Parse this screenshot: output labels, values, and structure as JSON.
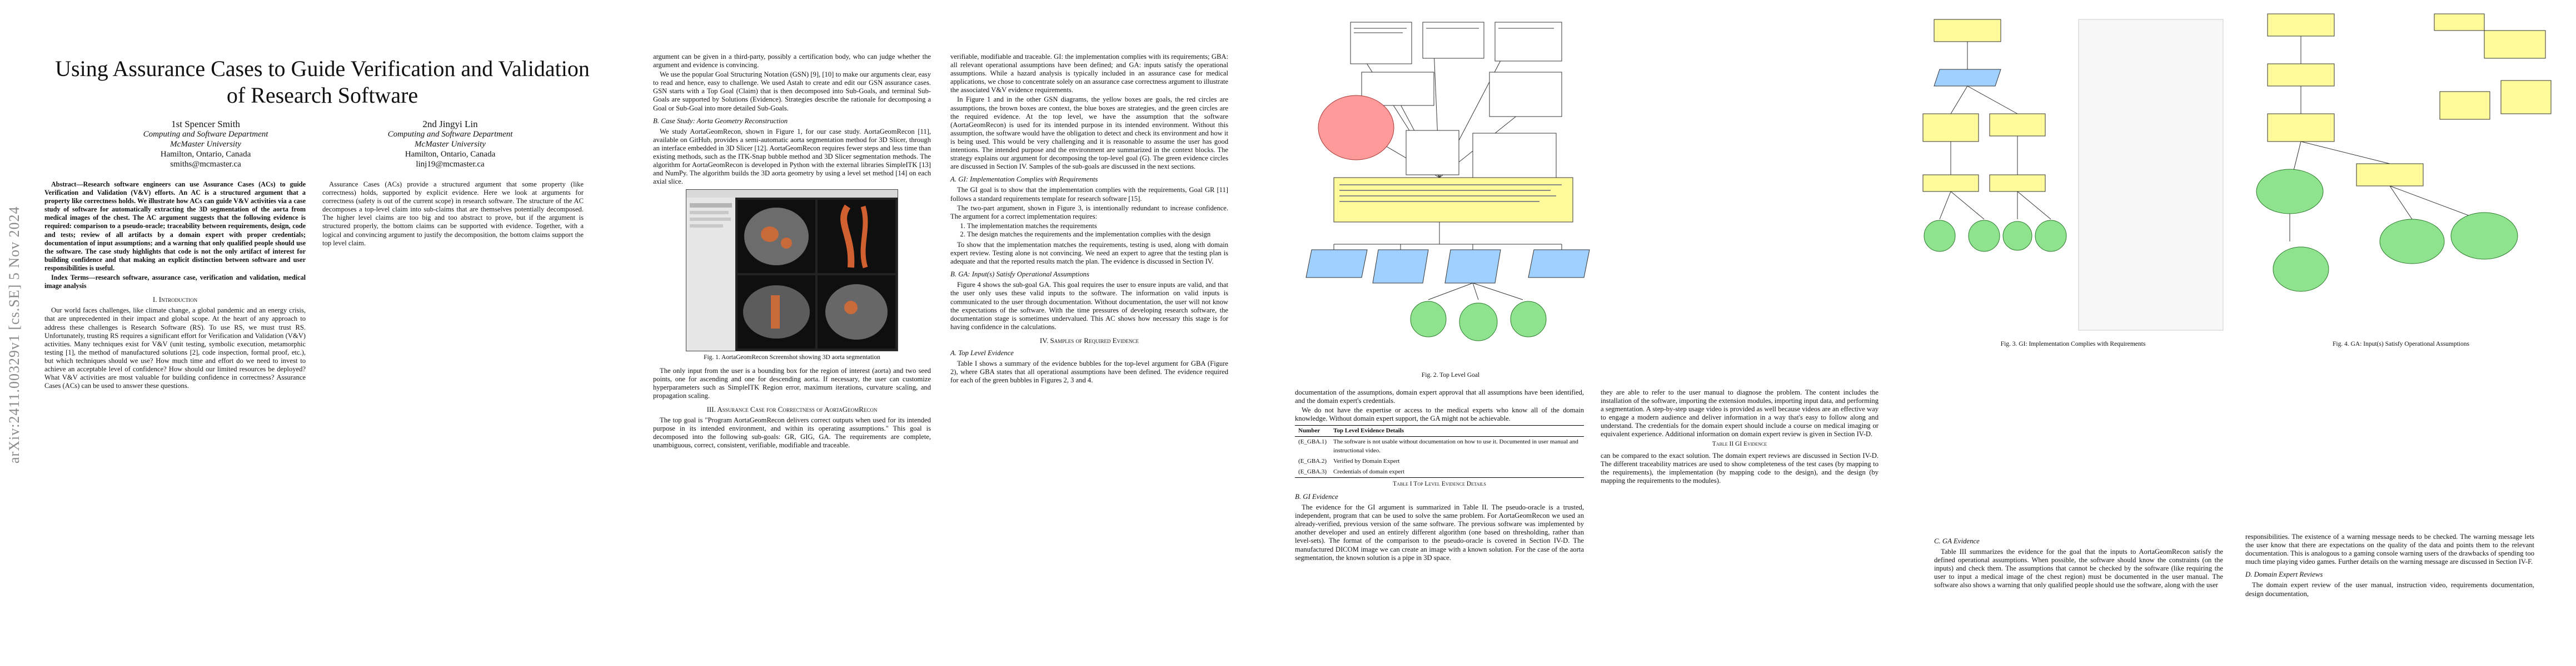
{
  "page1": {
    "arxiv_id": "arXiv:2411.00329v1  [cs.SE]  5 Nov 2024",
    "title": "Using Assurance Cases to Guide Verification and Validation of Research Software",
    "author1": {
      "name": "1st Spencer Smith",
      "dept": "Computing and Software Department",
      "org": "McMaster University",
      "city": "Hamilton, Ontario, Canada",
      "email": "smiths@mcmaster.ca"
    },
    "author2": {
      "name": "2nd Jingyi Lin",
      "dept": "Computing and Software Department",
      "org": "McMaster University",
      "city": "Hamilton, Ontario, Canada",
      "email": "linj19@mcmaster.ca"
    },
    "abstract": "Abstract—Research software engineers can use Assurance Cases (ACs) to guide Verification and Validation (V&V) efforts. An AC is a structured argument that a property like correctness holds. We illustrate how ACs can guide V&V activities via a case study of software for automatically extracting the 3D segmentation of the aorta from medical images of the chest. The AC argument suggests that the following evidence is required: comparison to a pseudo-oracle; traceability between requirements, design, code and tests; review of all artifacts by a domain expert with proper credentials; documentation of input assumptions; and a warning that only qualified people should use the software. The case study highlights that code is not the only artifact of interest for building confidence and that making an explicit distinction between software and user responsibilities is useful.",
    "index_terms": "Index Terms—research software, assurance case, verification and validation, medical image analysis",
    "sec1": "I. Introduction",
    "intro_p1": "Our world faces challenges, like climate change, a global pandemic and an energy crisis, that are unprecedented in their impact and global scope. At the heart of any approach to address these challenges is Research Software (RS). To use RS, we must trust RS. Unfortunately, trusting RS requires a significant effort for Verification and Validation (V&V) activities. Many techniques exist for V&V (unit testing, symbolic execution, metamorphic testing [1], the method of manufactured solutions [2], code inspection, formal proof, etc.), but which techniques should we use? How much time and effort do we need to invest to achieve an acceptable level of confidence? How should our limited resources be deployed? What V&V activities are most valuable for building confidence in correctness? Assurance Cases (ACs) can be used to answer these questions.",
    "intro_p2": "Assurance Cases (ACs) provide a structured argument that some property (like correctness) holds, supported by explicit evidence. Here we look at arguments for correctness (safety is out of the current scope) in research software. The structure of the AC decomposes a top-level claim into sub-claims that are themselves potentially decomposed. The higher level claims are too big and too abstract to prove, but if the argument is structured properly, the bottom claims can be supported with evidence. Together, with a logical and convincing argument to justify the decomposition, the bottom claims support the top level claim."
  },
  "page2": {
    "col1_p1": "argument can be given in a third-party, possibly a certification body, who can judge whether the argument and evidence is convincing.",
    "col1_p2": "We use the popular Goal Structuring Notation (GSN) [9], [10] to make our arguments clear, easy to read and hence, easy to challenge. We used Astah to create and edit our GSN assurance cases. GSN starts with a Top Goal (Claim) that is then decomposed into Sub-Goals, and terminal Sub-Goals are supported by Solutions (Evidence). Strategies describe the rationale for decomposing a Goal or Sub-Goal into more detailed Sub-Goals.",
    "col1_h": "B. Case Study: Aorta Geometry Reconstruction",
    "col1_p3": "We study AortaGeomRecon, shown in Figure 1, for our case study. AortaGeomRecon [11], available on GitHub, provides a semi-automatic aorta segmentation method for 3D Slicer, through an interface embedded in 3D Slicer [12]. AortaGeomRecon requires fewer steps and less time than existing methods, such as the ITK-Snap bubble method and 3D Slicer segmentation methods. The algorithm for AortaGeomRecon is developed in Python with the external libraries SimpleITK [13] and NumPy. The algorithm builds the 3D aorta geometry by using a level set method [14] on each axial slice.",
    "fig1_caption": "Fig. 1.  AortaGeomRecon Screenshot showing 3D aorta segmentation",
    "col1_p4": "The only input from the user is a bounding box for the region of interest (aorta) and two seed points, one for ascending and one for descending aorta. If necessary, the user can customize hyperparameters such as SimpleITK Region error, maximum iterations, curvature scaling, and propagation scaling.",
    "sec3": "III. Assurance Case for Correctness of AortaGeomRecon",
    "col1_p5": "The top goal is \"Program AortaGeomRecon delivers correct outputs when used for its intended purpose in its intended environment, and within its operating assumptions.\" This goal is decomposed into the following sub-goals: GR, GIG, GA. The requirements are complete, unambiguous, correct, consistent, verifiable, modifiable and traceable.",
    "col2_p1": "verifiable, modifiable and traceable. GI: the implementation complies with its requirements; GBA: all relevant operational assumptions have been defined; and GA: inputs satisfy the operational assumptions. While a hazard analysis is typically included in an assurance case for medical applications, we chose to concentrate solely on an assurance case correctness argument to illustrate the associated V&V evidence requirements.",
    "col2_p2": "In Figure 1 and in the other GSN diagrams, the yellow boxes are goals, the red circles are assumptions, the brown boxes are context, the blue boxes are strategies, and the green circles are the required evidence. At the top level, we have the assumption that the software (AortaGeomRecon) is used for its intended purpose in its intended environment. Without this assumption, the software would have the obligation to detect and check its environment and how it is being used. This would be very challenging and it is reasonable to assume the user has good intentions. The intended purpose and the environment are summarized in the context blocks. The strategy explains our argument for decomposing the top-level goal (G). The green evidence circles are discussed in Section IV. Samples of the sub-goals are discussed in the next sections.",
    "col2_h1": "A. GI: Implementation Complies with Requirements",
    "col2_p3": "The GI goal is to show that the implementation complies with the requirements, Goal GR [11] follows a standard requirements template for research software [15].",
    "col2_p4": "The two-part argument, shown in Figure 3, is intentionally redundant to increase confidence. The argument for a correct implementation requires:",
    "col2_li1": "The implementation matches the requirements",
    "col2_li2": "The design matches the requirements and the implementation complies with the design",
    "col2_p5": "To show that the implementation matches the requirements, testing is used, along with domain expert review. Testing alone is not convincing. We need an expert to agree that the testing plan is adequate and that the reported results match the plan. The evidence is discussed in Section IV.",
    "col2_h2": "B. GA: Input(s) Satisfy Operational Assumptions",
    "col2_p6": "Figure 4 shows the sub-goal GA. This goal requires the user to ensure inputs are valid, and that the user only uses these valid inputs to the software. The information on valid inputs is communicated to the user through documentation. Without documentation, the user will not know the expectations of the software. With the time pressures of developing research software, the documentation stage is sometimes undervalued. This AC shows how necessary this stage is for having confidence in the calculations.",
    "sec4": "IV. Samples of Required Evidence",
    "col2_h3": "A. Top Level Evidence",
    "col2_p7": "Table I shows a summary of the evidence bubbles for the top-level argument for GBA (Figure 2), where GBA states that all operational assumptions have been defined. The evidence required for each of the green bubbles in Figures 2, 3 and 4."
  },
  "page3": {
    "fig2_caption": "Fig. 2.  Top Level Goal",
    "col1_p1": "documentation of the assumptions, domain expert approval that all assumptions have been identified, and the domain expert's credentials.",
    "col1_p2": "We do not have the expertise or access to the medical experts who know all of the domain knowledge. Without domain expert support, the GA might not be achievable.",
    "table1_caption": "Table I  Top Level Evidence Details",
    "table1_headers": [
      "Number",
      "Top Level Evidence Details"
    ],
    "table1_rows": [
      [
        "(E_GBA.1)",
        "The software is not usable without documentation on how to use it. Documented in user manual and instructional video."
      ],
      [
        "(E_GBA.2)",
        "Verified by Domain Expert"
      ],
      [
        "(E_GBA.3)",
        "Credentials of domain expert"
      ]
    ],
    "col1_h": "B. GI Evidence",
    "col1_p3": "The evidence for the GI argument is summarized in Table II. The pseudo-oracle is a trusted, independent, program that can be used to solve the same problem. For AortaGeomRecon we used an already-verified, previous version of the same software. The previous software was implemented by another developer and used an entirely different algorithm (one based on thresholding, rather than level-sets). The format of the comparison to the pseudo-oracle is covered in Section IV-D. The manufactured DICOM image we can create an image with a known solution. For the case of the aorta segmentation, the known solution is a pipe in 3D space.",
    "col2_p1": "they are able to refer to the user manual to diagnose the problem. The content includes the installation of the software, importing the extension modules, importing input data, and performing a segmentation. A step-by-step usage video is provided as well because videos are an effective way to engage a modern audience and deliver information in a way that's easy to follow along and understand. The credentials for the domain expert should include a course on medical imaging or equivalent experience. Additional information on domain expert review is given in Section IV-D.",
    "table2_caption": "Table II  GI Evidence",
    "col2_p2": "can be compared to the exact solution. The domain expert reviews are discussed in Section IV-D. The different traceability matrices are used to show completeness of the test cases (by mapping to the requirements), the implementation (by mapping code to the design), and the design (by mapping the requirements to the modules)."
  },
  "page4": {
    "fig3_caption": "Fig. 3.  GI: Implementation Complies with Requirements",
    "fig4_caption": "Fig. 4.  GA: Input(s) Satisfy Operational Assumptions",
    "col1_h": "C. GA Evidence",
    "col1_p1": "Table III summarizes the evidence for the goal that the inputs to AortaGeomRecon satisfy the defined operational assumptions. When possible, the software should know the constraints (on the inputs) and check them. The assumptions that cannot be checked by the software (like requiring the user to input a medical image of the chest region) must be documented in the user manual. The software also shows a warning that only qualified people should use the software, along with the user",
    "col2_p1": "responsibilities. The existence of a warning message needs to be checked. The warning message lets the user know that there are expectations on the quality of the data and points them to the relevant documentation. This is analogous to a gaming console warning users of the drawbacks of spending too much time playing video games. Further details on the warning message are discussed in Section IV-F.",
    "col2_h": "D. Domain Expert Reviews",
    "col2_p2": "The domain expert review of the user manual, instruction video, requirements documentation, design documentation,"
  }
}
